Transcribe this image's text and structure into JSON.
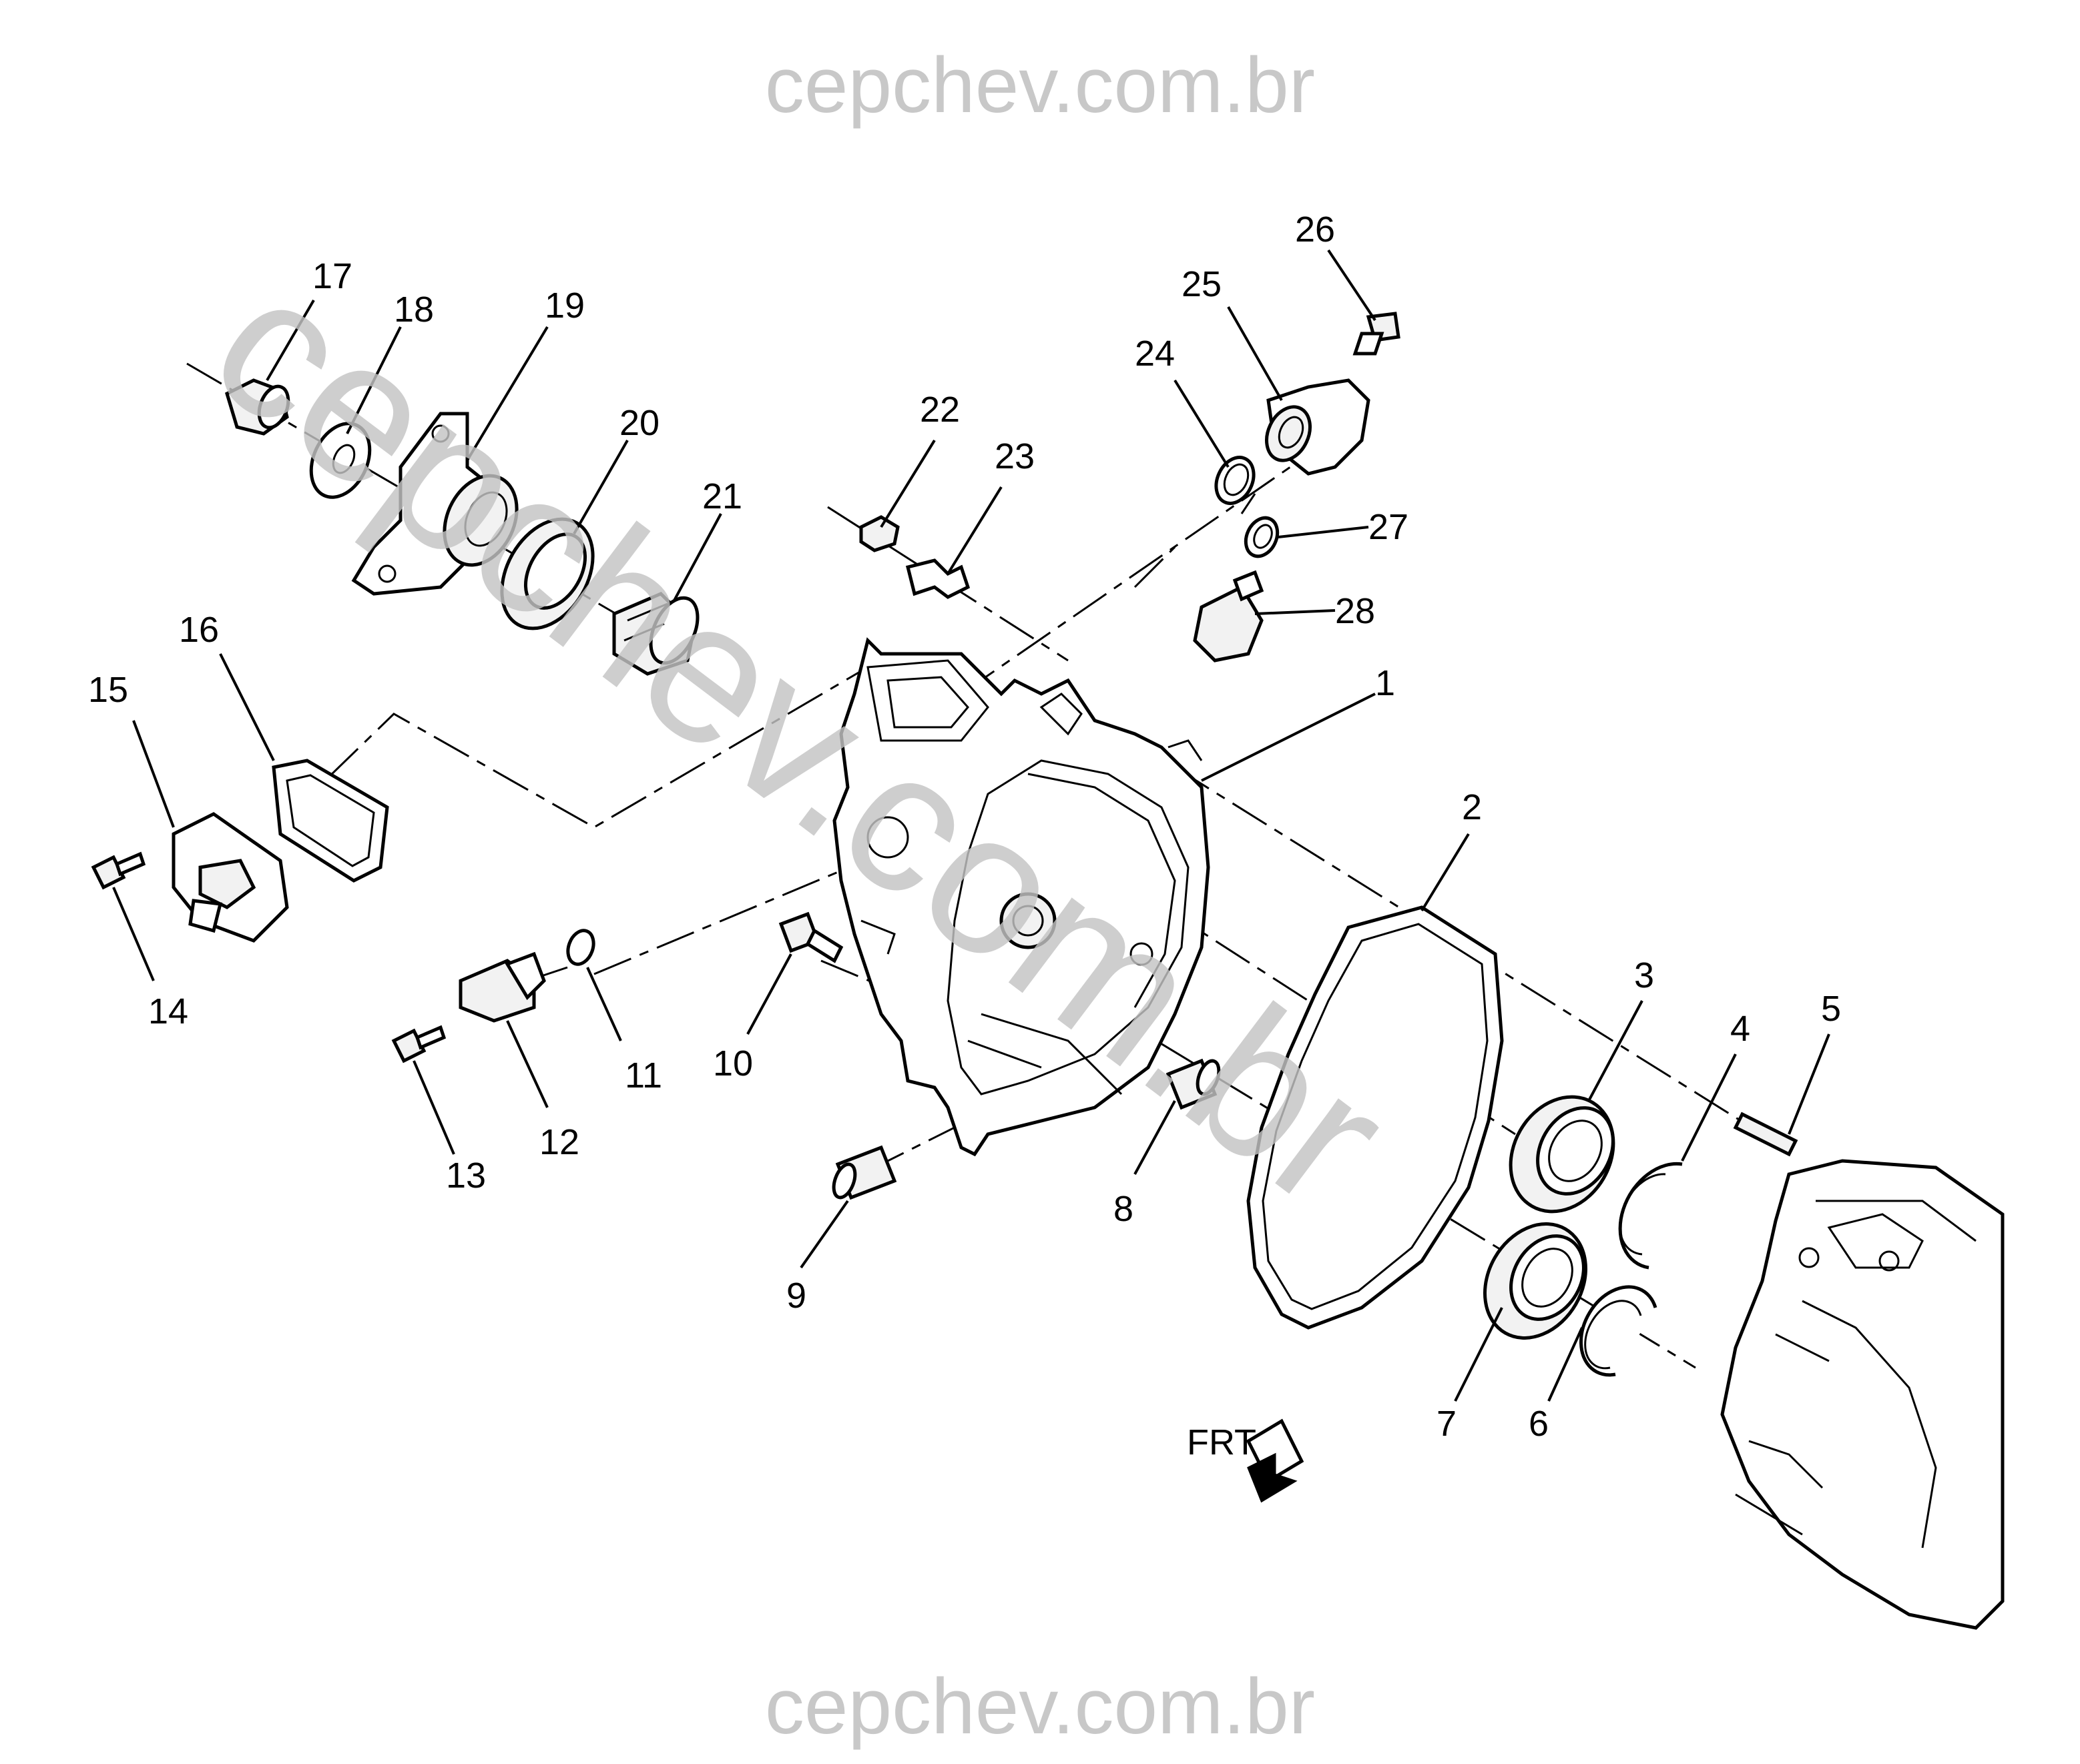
{
  "watermark": {
    "top": "cepchev.com.br",
    "bottom": "cepchev.com.br",
    "diagonal": "cepchev.com.br"
  },
  "callouts": [
    "1",
    "2",
    "3",
    "4",
    "5",
    "6",
    "7",
    "8",
    "9",
    "10",
    "11",
    "12",
    "13",
    "14",
    "15",
    "16",
    "17",
    "18",
    "19",
    "20",
    "21",
    "22",
    "23",
    "24",
    "25",
    "26",
    "27",
    "28"
  ],
  "direction_label": "FRT"
}
